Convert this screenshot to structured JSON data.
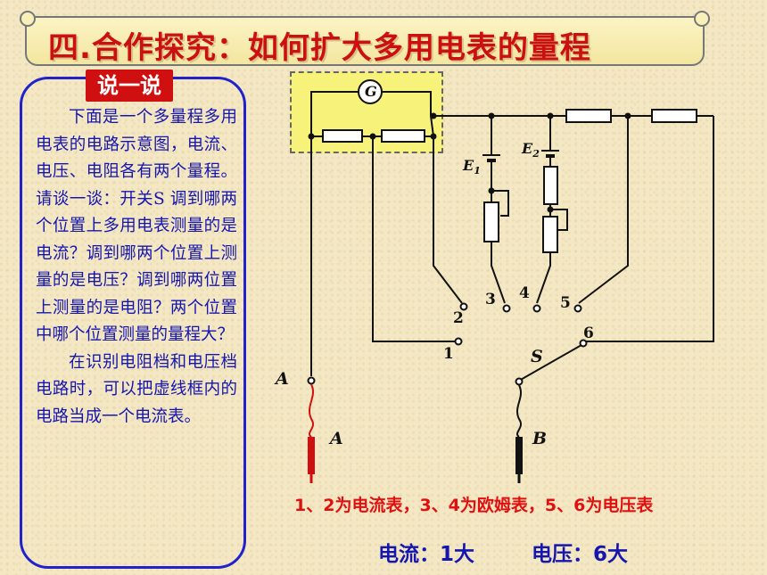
{
  "title": "四.合作探究：如何扩大多用电表的量程",
  "badge": "说一说",
  "para1": "下面是一个多量程多用电表的电路示意图，电流、电压、电阻各有两个量程。请谈一谈：开关S 调到哪两个位置上多用电表测量的是电流？调到哪两个位置上测量的是电压？调到哪两位置上测量的是电阻？两个位置中哪个位置测量的量程大？",
  "para2": "在识别电阻档和电压档电路时，可以把虚线框内的电路当成一个电流表。",
  "circuit": {
    "galvanometer": "G",
    "e1_letter": "E",
    "e1_sub": "1",
    "e2_letter": "E",
    "e2_sub": "2",
    "pos1": "1",
    "pos2": "2",
    "pos3": "3",
    "pos4": "4",
    "pos5": "5",
    "pos6": "6",
    "switch": "S",
    "terminal_a_left": "A",
    "terminal_a_probe": "A",
    "terminal_b_probe": "B"
  },
  "note": "1、2为电流表，3、4为欧姆表，5、6为电压表",
  "answer_current": "电流：1大",
  "answer_voltage": "电压：6大",
  "colors": {
    "title": "#cc1010",
    "text": "#1515b0",
    "note": "#e01010",
    "frame": "#2222cc",
    "highlight": "#f7f27a"
  }
}
